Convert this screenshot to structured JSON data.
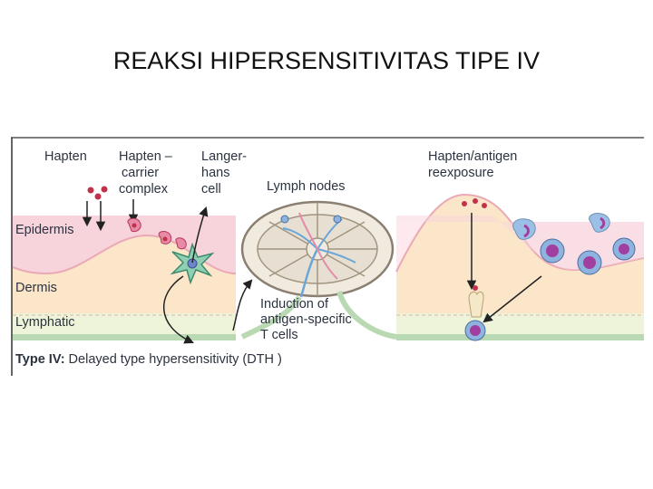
{
  "slide": {
    "title": "REAKSI HIPERSENSITIVITAS TIPE IV"
  },
  "figure": {
    "labels": {
      "hapten": "Hapten",
      "hapten_carrier_1": "Hapten –",
      "hapten_carrier_2": "carrier",
      "hapten_carrier_3": "complex",
      "langerhans_1": "Langer-",
      "langerhans_2": "hans",
      "langerhans_3": "cell",
      "lymph_nodes": "Lymph nodes",
      "reexposure_1": "Hapten/antigen",
      "reexposure_2": "reexposure",
      "epidermis": "Epidermis",
      "dermis": "Dermis",
      "lymphatic": "Lymphatic",
      "induction_1": "Induction of",
      "induction_2": "antigen-specific",
      "induction_3": "T cells",
      "caption_bold": "Type IV:",
      "caption_rest": " Delayed type hypersensitivity (DTH )"
    },
    "colors": {
      "epidermis": "#f7d3dc",
      "dermis": "#fbe6c9",
      "lymphatic_band": "#eef4d9",
      "green_vessel": "#b9d9b3",
      "hapten_red": "#c2314a",
      "cell_purple": "#a13fa0",
      "cell_blue": "#8fb3df",
      "node_fill": "#f0eadf"
    }
  }
}
